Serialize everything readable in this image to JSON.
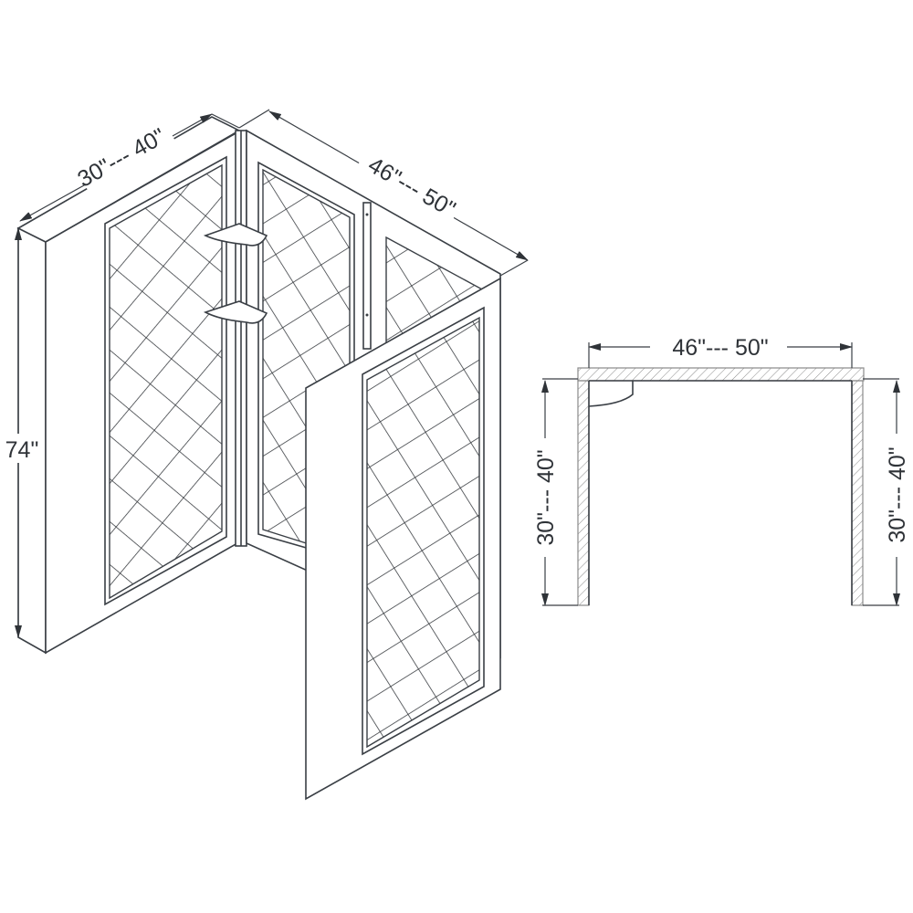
{
  "isometric_view": {
    "side_width_label": "30\"--- 40\"",
    "back_width_label": "46\"--- 50\"",
    "height_label": "74\""
  },
  "plan_view": {
    "back_width_label": "46\"--- 50\"",
    "left_depth_label": "30\"--- 40\"",
    "right_depth_label": "30\"--- 40\""
  },
  "colors": {
    "line": "#3a3f45",
    "hatch": "#8a8a8a",
    "background": "#ffffff"
  }
}
